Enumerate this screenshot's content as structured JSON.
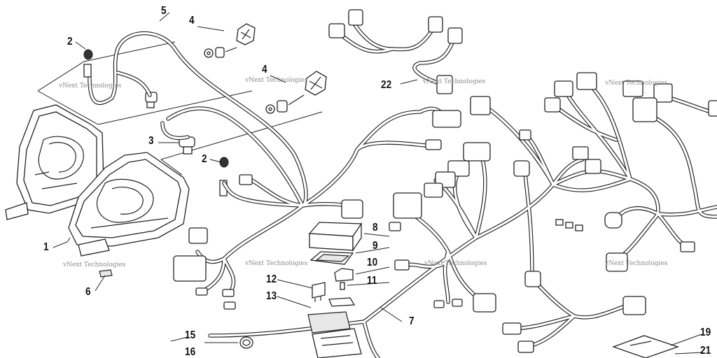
{
  "callouts": {
    "c1": "1",
    "c2a": "2",
    "c2b": "2",
    "c3": "3",
    "c4a": "4",
    "c4b": "4",
    "c5": "5",
    "c6": "6",
    "c7": "7",
    "c8": "8",
    "c9": "9",
    "c10": "10",
    "c11": "11",
    "c12": "12",
    "c13": "13",
    "c15": "15",
    "c16": "16",
    "c19": "19",
    "c21": "21",
    "c22": "22"
  },
  "watermarks": {
    "w1": "vNext Technologies",
    "w2": "vNext Technologies",
    "w3": "vNext Technologies",
    "w4": "vNext Technologies",
    "w5": "vNext Technologies",
    "w6": "vNext Technologies",
    "w7": "vNext Technologies",
    "w8": "vNext Technologies"
  },
  "icons": [
    "headlight-icon",
    "bulb-icon",
    "socket-icon",
    "adjuster-knob-icon",
    "connector-icon",
    "relay-icon",
    "fuse-icon",
    "fuse-box-icon",
    "wiring-harness-icon"
  ]
}
